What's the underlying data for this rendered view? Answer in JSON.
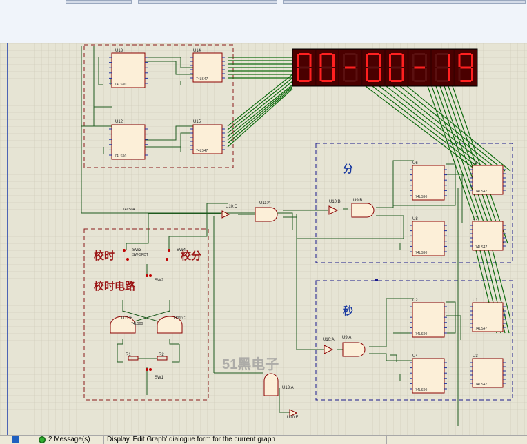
{
  "schematic": {
    "display_value": "00-00-19",
    "digit_groups": [
      "00",
      "00",
      "19"
    ],
    "labels": {
      "minute": "分",
      "second": "秒",
      "set_hour": "校时",
      "set_minute": "校分",
      "set_time_circuit": "校时电路",
      "watermark": "51黑电子"
    },
    "components": {
      "u13": "U13",
      "u14": "U14",
      "u12": "U12",
      "u15": "U15",
      "u6": "U6",
      "u5": "U5",
      "u8": "U8",
      "u7": "U7",
      "u2": "U2",
      "u1": "U1",
      "u4": "U4",
      "u3": "U3",
      "u10c": "U10:C",
      "u11a": "U11:A",
      "u10b": "U10:B",
      "u9b": "U9:B",
      "u11b": "U11:B",
      "u11c": "U11:C",
      "u10a": "U10:A",
      "u9a": "U9:A",
      "u13a": "U13:A",
      "u10f": "U10:F",
      "sw3": "SW3",
      "sw2": "SW2",
      "sw1": "SW1",
      "sw4": "SW4",
      "r1": "R1",
      "r2": "R2",
      "chip_74ls90": "74LS90",
      "chip_74ls47": "74LS47",
      "chip_74ls04": "74LS04",
      "chip_74ls00": "74LS00",
      "switch_type": "SW-SPDT"
    }
  },
  "statusbar": {
    "messages": "2 Message(s)",
    "hint": "Display 'Edit Graph' dialogue form for the current graph"
  },
  "colors": {
    "grid_bg": "#e6e4d4",
    "grid_line": "#c9c6b4",
    "wire": "#1e5a1e",
    "bus": "#0f6b0f",
    "chip_fill": "#fcefd8",
    "chip_border": "#8b0000",
    "dash_red": "#8b1a1a",
    "dash_blue": "#1a1a8b",
    "seven_seg_on": "#ff2020",
    "seven_seg_bg": "#3a0000",
    "label_red": "#9b1515",
    "label_blue": "#1a3aa0"
  }
}
